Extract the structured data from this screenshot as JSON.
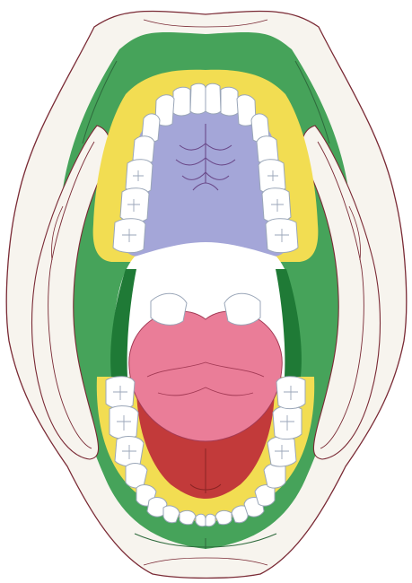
{
  "colors": {
    "background": "#ffffff",
    "lips": "#f7f4ee",
    "outline": "#7a2a35",
    "vestibule": "#46a35a",
    "gingiva": "#f2dd52",
    "palate": "#a4a6d8",
    "palate_lines": "#6b4a8a",
    "teeth": "#ffffff",
    "tooth_outline": "#9aa6b8",
    "oral_cavity": "#ffffff",
    "cheek_shadow": "#1f7a36",
    "tongue": "#ea7d98",
    "tongue_lines": "#a33a55",
    "floor_of_mouth": "#c23a3a"
  },
  "icons": [
    "lips-shape",
    "upper-dental-arch",
    "lower-dental-arch",
    "hard-palate",
    "tongue",
    "floor-of-mouth"
  ]
}
